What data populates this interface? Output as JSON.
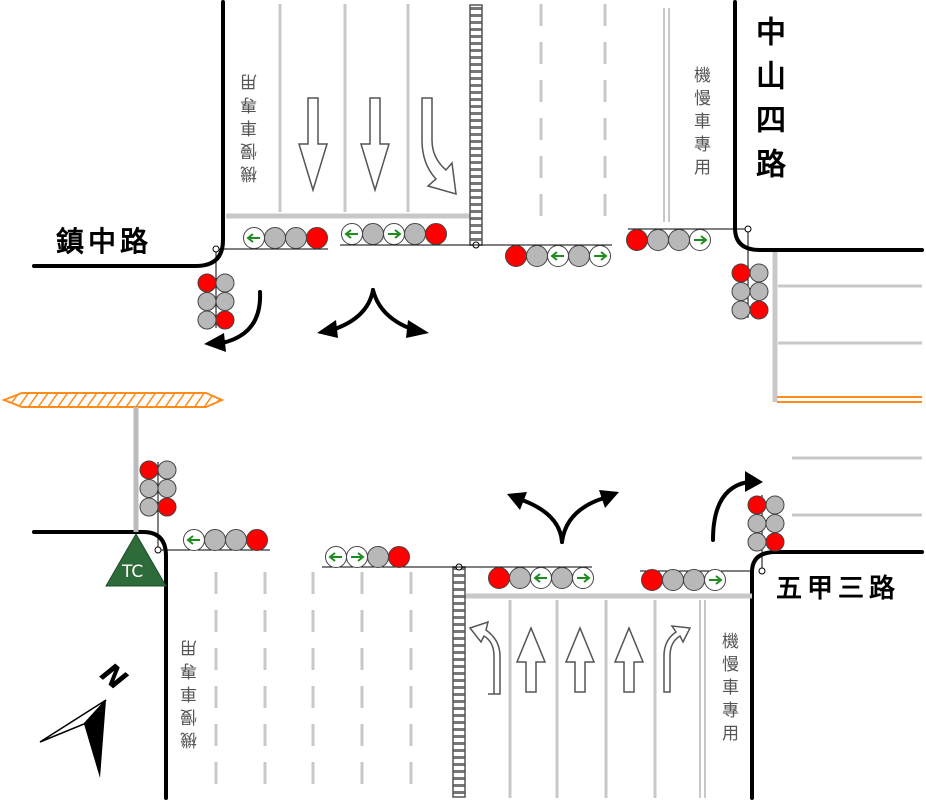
{
  "roads": {
    "west": "鎮中路",
    "north": "中山四路",
    "east": "五甲三路"
  },
  "lane_labels": {
    "motorcycle_lane": "機慢車專用"
  },
  "controller_label": "TC",
  "compass_label": "N",
  "colors": {
    "signal_red": "#ff0000",
    "signal_off": "#b8b8b8",
    "signal_arrow": "#1e8c1e",
    "controller_green": "#2e6b3a",
    "median_hatch": "#ff8c1a",
    "curb": "#000000",
    "lane_line": "#c8c8c8"
  }
}
